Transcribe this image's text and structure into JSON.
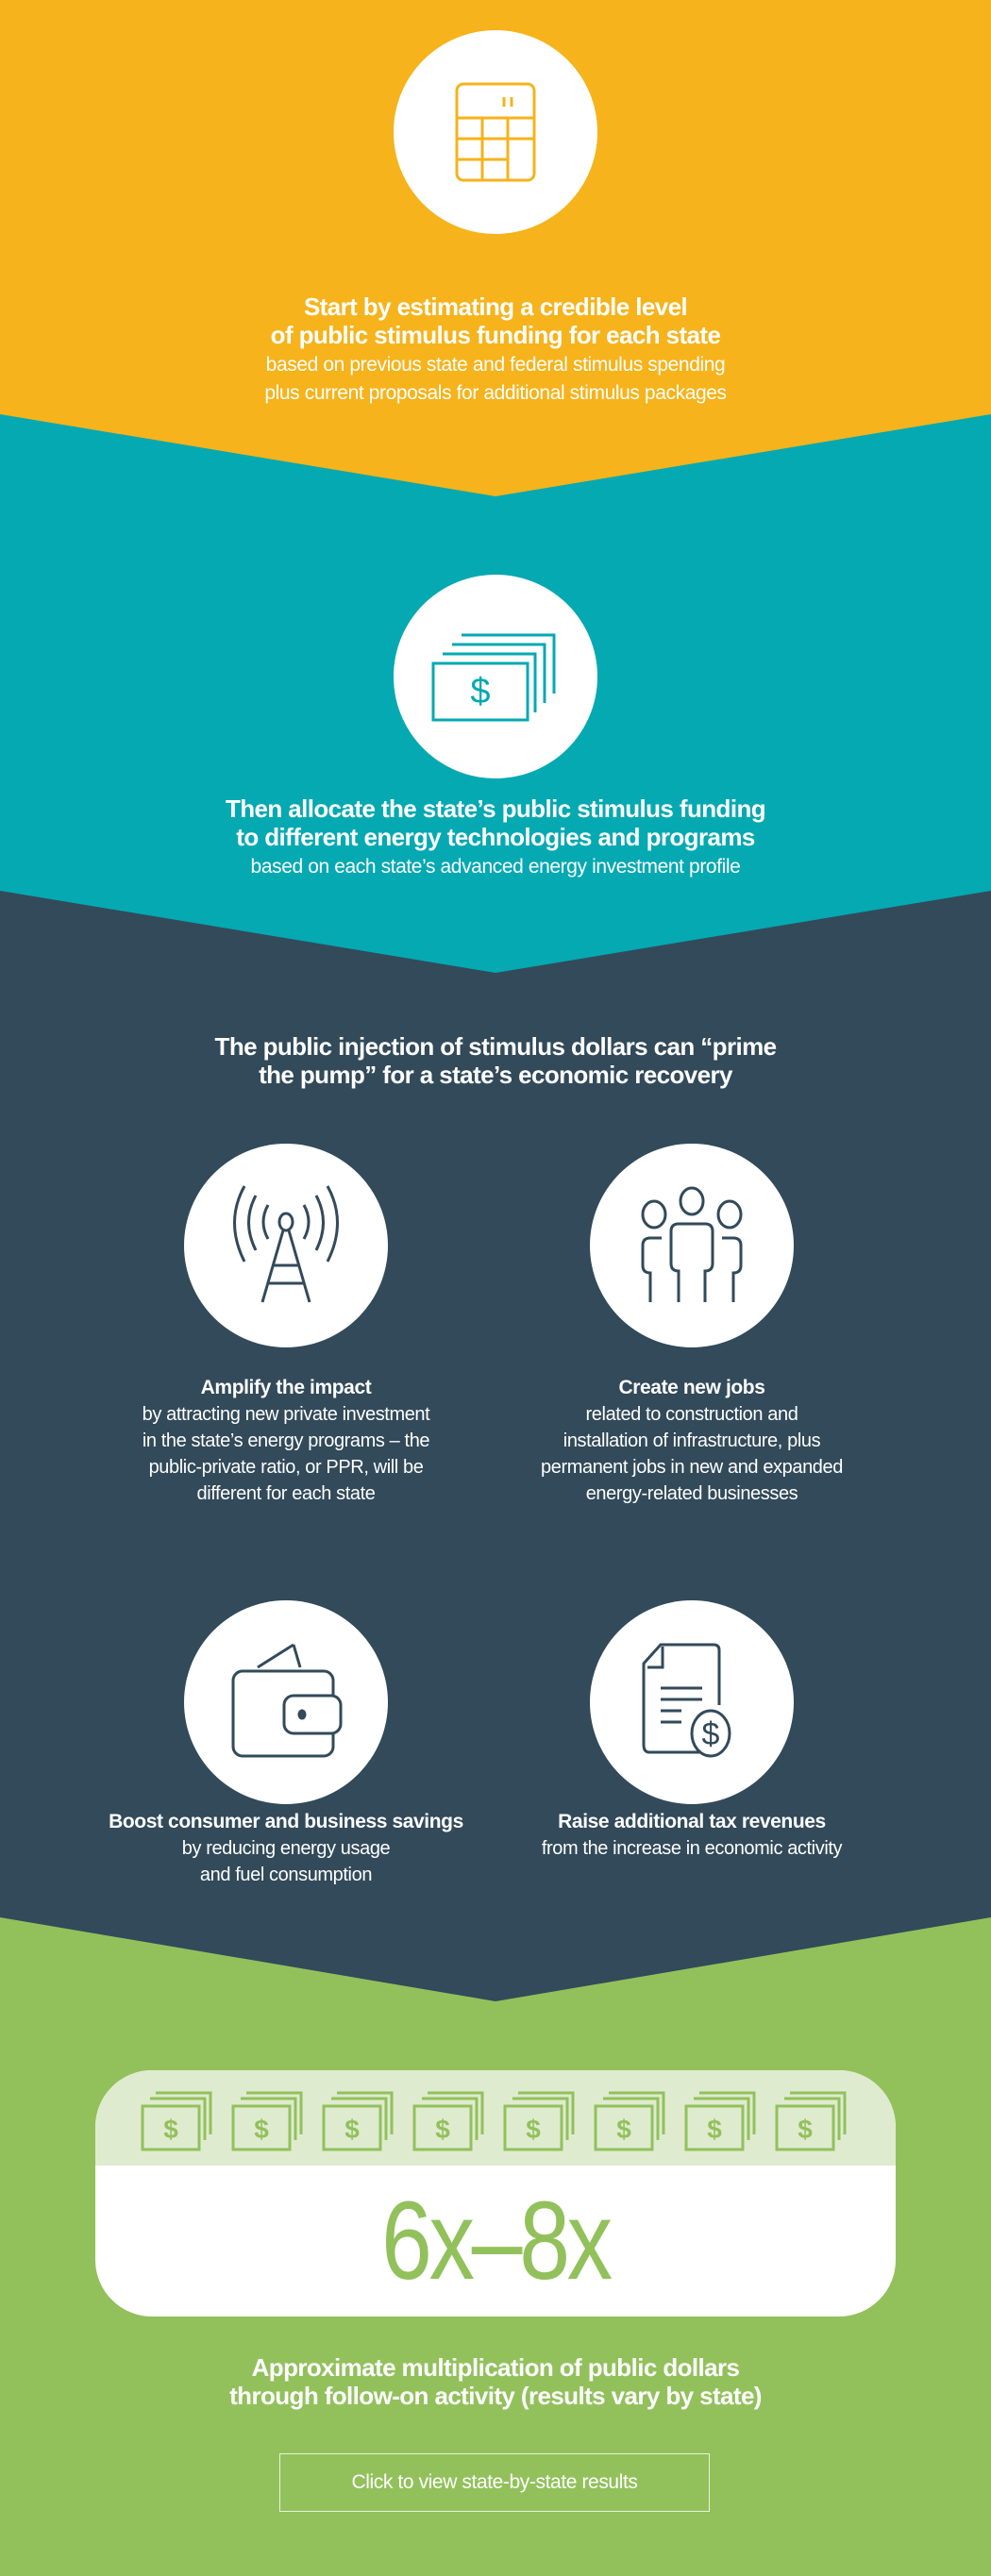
{
  "colors": {
    "yellow": "#F6B31B",
    "teal": "#05A9B2",
    "dark": "#324A5A",
    "green": "#92C15C",
    "light_green": "#DFEBCF"
  },
  "step1": {
    "icon": "calculator-icon",
    "title_line1": "Start by estimating a credible level",
    "title_line2": "of public stimulus funding for each state",
    "sub_line1": "based on previous state and federal stimulus spending",
    "sub_line2": "plus current proposals for additional stimulus packages"
  },
  "step2": {
    "icon": "money-stack-icon",
    "title_line1": "Then allocate the state’s public stimulus funding",
    "title_line2": "to different energy technologies and programs",
    "sub_line1": "based on each state’s advanced energy investment profile"
  },
  "step3": {
    "heading_line1": "The public injection of stimulus dollars can “prime",
    "heading_line2": "the pump” for a state’s economic recovery",
    "items": [
      {
        "icon": "antenna-tower-icon",
        "title": "Amplify the impact",
        "lines": [
          "by attracting new private investment",
          "in the state’s energy programs – the",
          "public-private ratio, or PPR, will be",
          "different for each state"
        ]
      },
      {
        "icon": "people-group-icon",
        "title": "Create new jobs",
        "lines": [
          "related to construction and",
          "installation of infrastructure, plus",
          "permanent jobs in new and expanded",
          "energy-related businesses"
        ]
      },
      {
        "icon": "wallet-icon",
        "title": "Boost consumer and business savings",
        "lines": [
          "by reducing energy usage",
          "and fuel consumption"
        ]
      },
      {
        "icon": "tax-document-icon",
        "title": "Raise additional tax revenues",
        "lines": [
          "from the increase in economic activity"
        ]
      }
    ]
  },
  "result": {
    "money_icon_count": 8,
    "multiplier": "6x–8x",
    "caption_line1": "Approximate multiplication of public dollars",
    "caption_line2": "through follow-on activity (results vary by state)",
    "cta_label": "Click to view state-by-state results"
  }
}
